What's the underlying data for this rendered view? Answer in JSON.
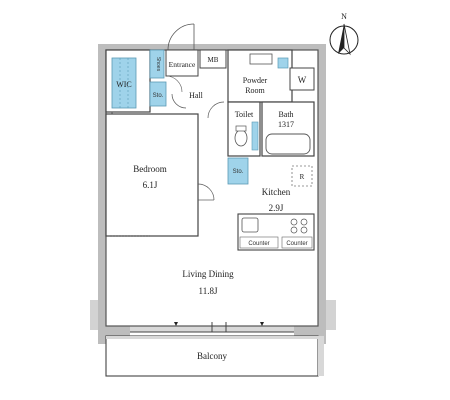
{
  "floor_plan": {
    "rooms": {
      "wic": "WIC",
      "shoes": "Shoes",
      "entrance": "Entrance",
      "mb": "MB",
      "sto_entry": "Sto.",
      "hall": "Hall",
      "powder_line1": "Powder",
      "powder_line2": "Room",
      "w": "W",
      "toilet": "Toilet",
      "bath_line1": "Bath",
      "bath_line2": "1317",
      "bedroom_line1": "Bedroom",
      "bedroom_line2": "6.1J",
      "sto_mid": "Sto.",
      "kitchen_line1": "Kitchen",
      "kitchen_line2": "2.9J",
      "r": "R",
      "counter1": "Counter",
      "counter2": "Counter",
      "living_line1": "Living Dining",
      "living_line2": "11.8J",
      "balcony": "Balcony",
      "north": "N"
    },
    "colors": {
      "wall": "#bdbdbd",
      "wall_edge": "#8a8a8a",
      "storage": "#9fd3ea",
      "line": "#333333"
    }
  }
}
